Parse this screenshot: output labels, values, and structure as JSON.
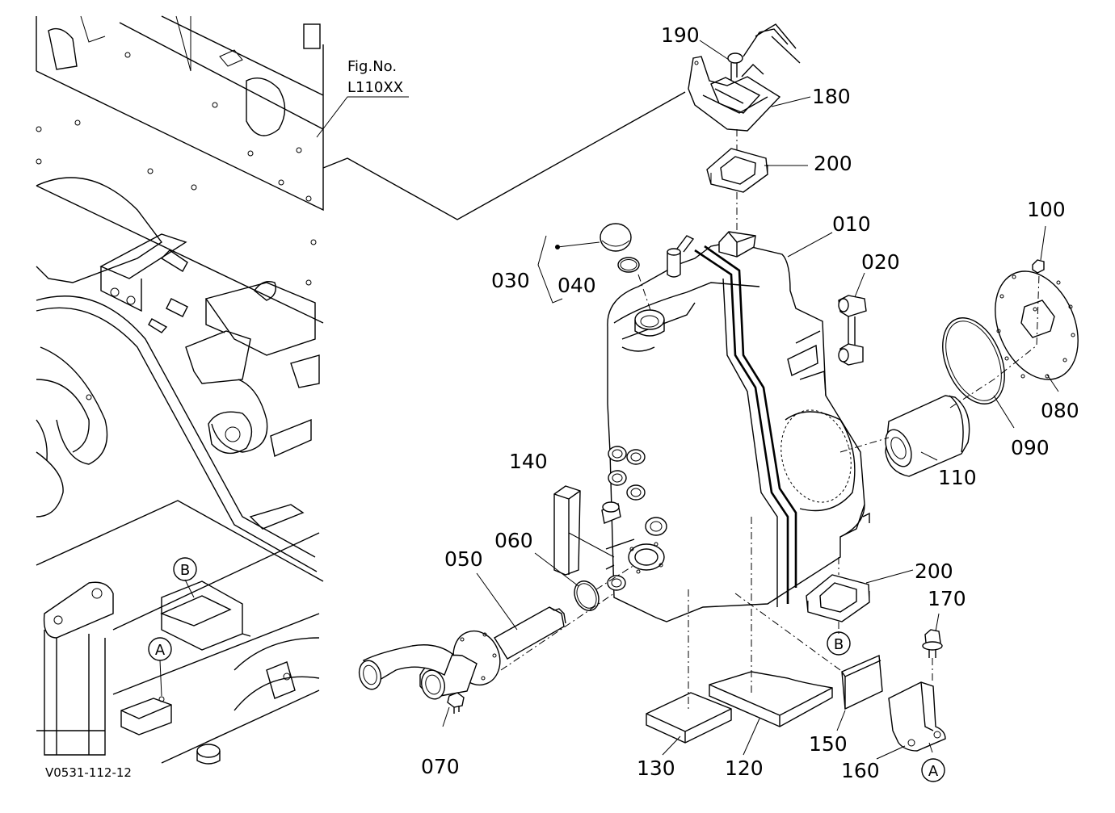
{
  "figure": {
    "ref_title": "Fig.No.",
    "ref_code": "L110XX",
    "drawing_id": "V0531-112-12"
  },
  "callouts": [
    {
      "id": "190",
      "text": "190"
    },
    {
      "id": "180",
      "text": "180"
    },
    {
      "id": "200a",
      "text": "200"
    },
    {
      "id": "010",
      "text": "010"
    },
    {
      "id": "020",
      "text": "020"
    },
    {
      "id": "100",
      "text": "100"
    },
    {
      "id": "030",
      "text": "030"
    },
    {
      "id": "040",
      "text": "040"
    },
    {
      "id": "080",
      "text": "080"
    },
    {
      "id": "090",
      "text": "090"
    },
    {
      "id": "110",
      "text": "110"
    },
    {
      "id": "140",
      "text": "140"
    },
    {
      "id": "060",
      "text": "060"
    },
    {
      "id": "050",
      "text": "050"
    },
    {
      "id": "200b",
      "text": "200"
    },
    {
      "id": "170",
      "text": "170"
    },
    {
      "id": "070",
      "text": "070"
    },
    {
      "id": "130",
      "text": "130"
    },
    {
      "id": "120",
      "text": "120"
    },
    {
      "id": "150",
      "text": "150"
    },
    {
      "id": "160",
      "text": "160"
    }
  ],
  "markers": [
    {
      "id": "B1",
      "text": "B"
    },
    {
      "id": "A1",
      "text": "A"
    },
    {
      "id": "B2",
      "text": "B"
    },
    {
      "id": "A2",
      "text": "A"
    }
  ]
}
